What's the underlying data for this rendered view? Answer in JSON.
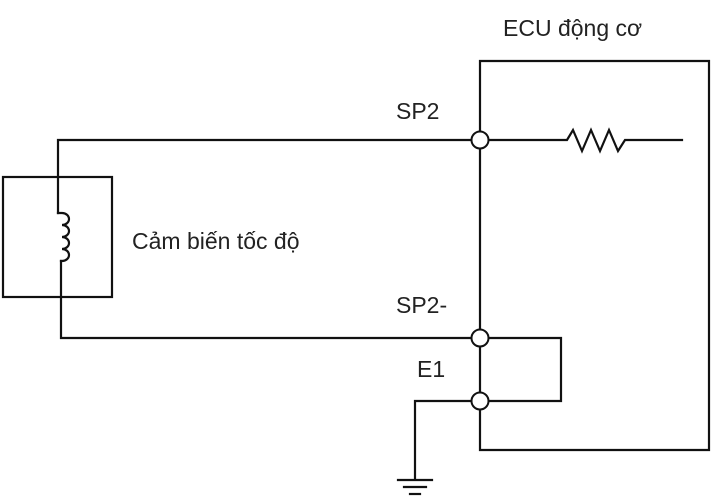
{
  "diagram": {
    "title": "ECU động cơ",
    "sensor_label": "Cảm biến tốc độ",
    "terminals": [
      {
        "id": "sp2",
        "label": "SP2"
      },
      {
        "id": "sp2n",
        "label": "SP2-"
      },
      {
        "id": "e1",
        "label": "E1"
      }
    ],
    "components": {
      "sensor_coil": "inductor",
      "ecu_internal": "resistor",
      "ground": "ground"
    },
    "colors": {
      "line": "#111111",
      "text": "#222222",
      "background": "#ffffff"
    }
  }
}
